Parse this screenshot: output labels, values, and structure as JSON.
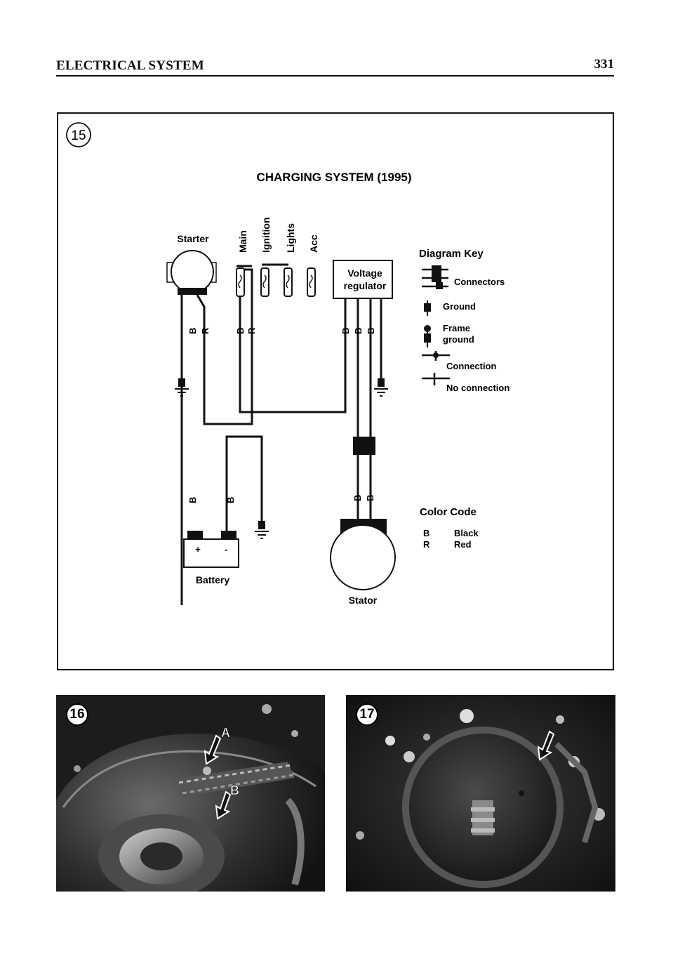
{
  "header": {
    "section_title": "ELECTRICAL SYSTEM",
    "page_number": "331"
  },
  "figure15": {
    "number": "15",
    "title": "CHARGING SYSTEM (1995)",
    "starter_label": "Starter",
    "switch_labels": [
      "Main",
      "Ignition",
      "Lights",
      "Acc"
    ],
    "regulator_label_line1": "Voltage",
    "regulator_label_line2": "regulator",
    "wire_letters": {
      "starter_b": "B",
      "starter_r": "R",
      "main_b": "B",
      "main_r": "R",
      "reg_b1": "B",
      "reg_b2": "B",
      "reg_b3": "B",
      "battery_pos_b": "B",
      "battery_neg_b": "B",
      "stator_b1": "B",
      "stator_b2": "B"
    },
    "battery_label": "Battery",
    "battery_plus": "+",
    "battery_minus": "-",
    "stator_label": "Stator",
    "diagram_key": {
      "title": "Diagram Key",
      "connectors": "Connectors",
      "ground": "Ground",
      "frame_line1": "Frame",
      "frame_line2": "ground",
      "connection": "Connection",
      "no_connection": "No connection"
    },
    "color_code": {
      "title": "Color Code",
      "items": [
        {
          "code": "B",
          "name": "Black"
        },
        {
          "code": "R",
          "name": "Red"
        }
      ]
    }
  },
  "figure16": {
    "number": "16",
    "callout_a": "A",
    "callout_b": "B"
  },
  "figure17": {
    "number": "17"
  }
}
